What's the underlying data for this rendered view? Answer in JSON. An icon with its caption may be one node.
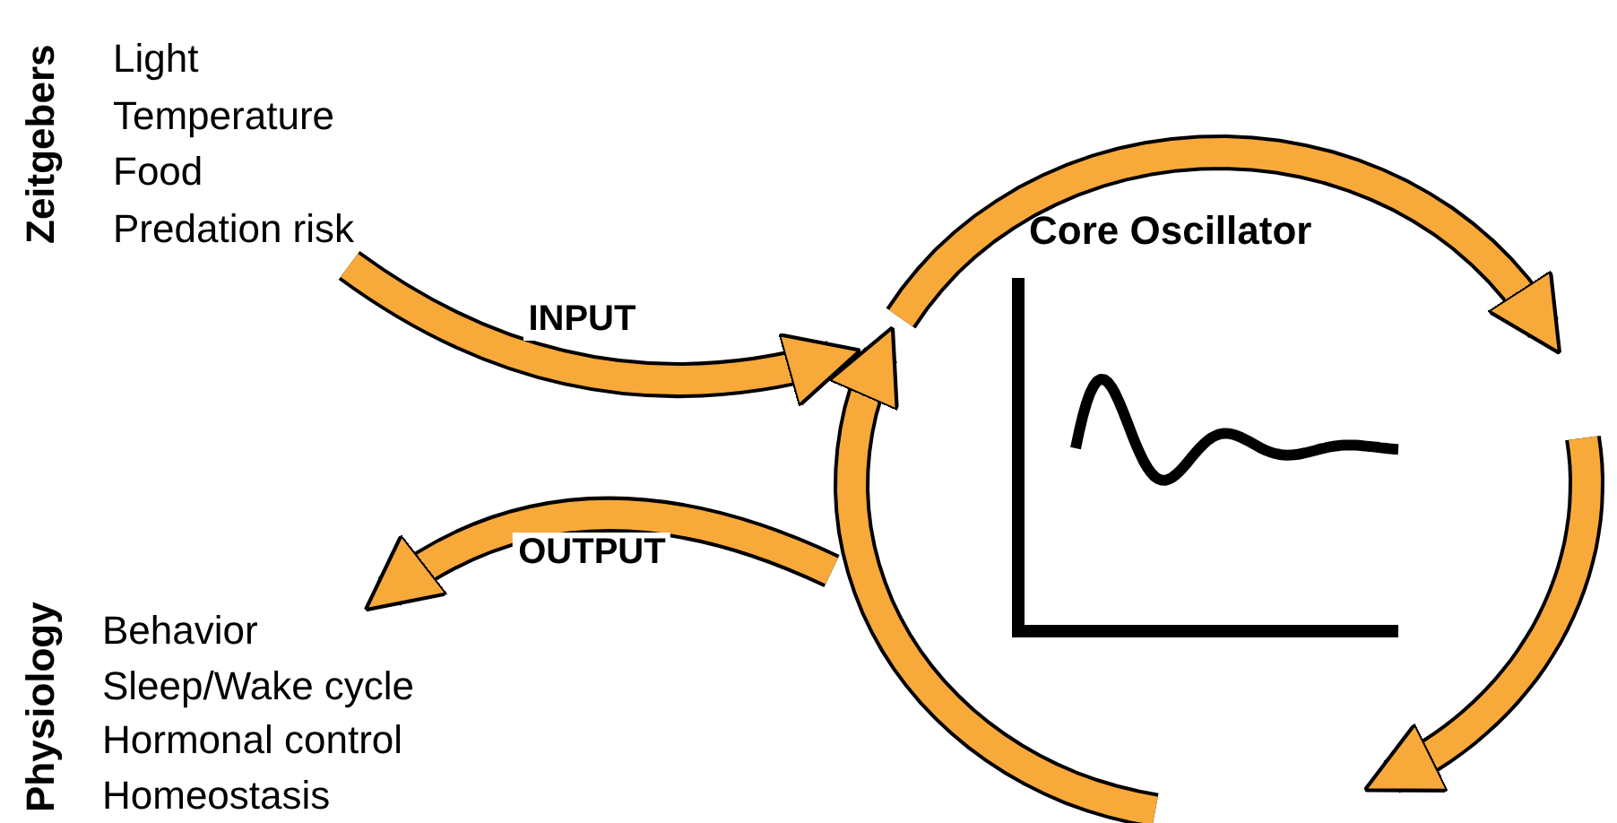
{
  "diagram": {
    "nodes": [
      {
        "text": [
          "Zeitgebers",
          "Light",
          "Temperature",
          "Food",
          "Predation risk"
        ]
      },
      {
        "text": [
          "Core Oscillator"
        ]
      },
      {
        "text": [
          "Physiology",
          "Behavior",
          "Sleep/Wake cycle",
          "Hormonal control",
          "Homeostasis"
        ]
      }
    ],
    "edges": [
      {
        "from": 0,
        "to": 1,
        "arrow": "to",
        "label": "INPUT"
      },
      {
        "from": 1,
        "to": 2,
        "arrow": "to",
        "label": "OUTPUT"
      }
    ]
  }
}
